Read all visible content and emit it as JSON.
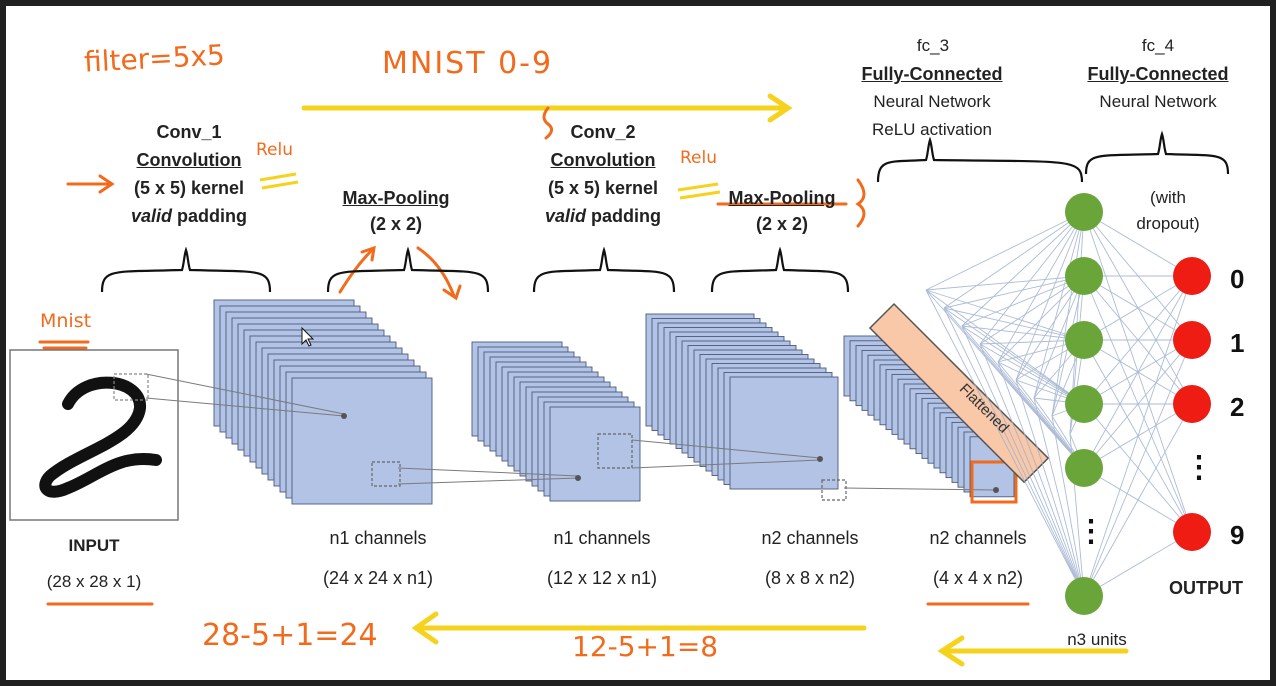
{
  "annotations": {
    "filter": "filter=5x5",
    "mnist_range": "MNIST 0-9",
    "mnist": "Mnist",
    "relu_1": "Relu",
    "relu_2": "Relu",
    "formula_1": "28-5+1=24",
    "formula_2": "12-5+1=8"
  },
  "layers": {
    "conv1": {
      "name": "Conv_1",
      "type": "Convolution",
      "kernel": "(5 x 5) kernel",
      "padding_em": "valid",
      "padding_rest": " padding"
    },
    "pool1": {
      "name": "Max-Pooling",
      "size": "(2 x 2)"
    },
    "conv2": {
      "name": "Conv_2",
      "type": "Convolution",
      "kernel": "(5 x 5) kernel",
      "padding_em": "valid",
      "padding_rest": " padding"
    },
    "pool2": {
      "name": "Max-Pooling",
      "size": "(2 x 2)"
    },
    "fc3": {
      "name": "fc_3",
      "type": "Fully-Connected",
      "l1": "Neural Network",
      "l2": "ReLU activation"
    },
    "fc4": {
      "name": "fc_4",
      "type": "Fully-Connected",
      "l1": "Neural Network"
    },
    "dropout": {
      "l1": "(with",
      "l2": "dropout)"
    },
    "flattened": "Flattened"
  },
  "bottom_labels": {
    "input": {
      "name": "INPUT",
      "dims": "(28 x 28 x 1)"
    },
    "c1": {
      "name": "n1 channels",
      "dims": "(24 x 24 x n1)"
    },
    "p1": {
      "name": "n1 channels",
      "dims": "(12 x 12 x n1)"
    },
    "c2": {
      "name": "n2 channels",
      "dims": "(8 x 8 x n2)"
    },
    "p2": {
      "name": "n2 channels",
      "dims": "(4 x 4 x n2)"
    },
    "fc3_units": "n3 units",
    "output": "OUTPUT"
  },
  "outputs": [
    "0",
    "1",
    "2",
    "9"
  ],
  "vertical_ellipsis": "⋮",
  "colors": {
    "annotation_orange": "#f26a1b",
    "annotation_yellow": "#f5d21c",
    "feature_map_blue": "#b3c3e6",
    "hidden_node_green": "#6aa53a",
    "output_node_red": "#ee1c12",
    "flatten_bar": "#f8c8a8"
  }
}
